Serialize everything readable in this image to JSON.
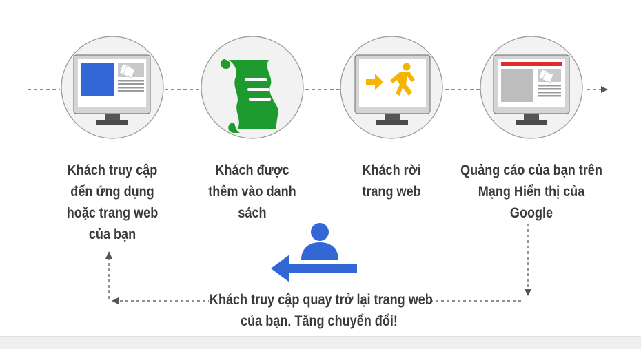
{
  "steps": [
    {
      "id": "visit",
      "icon": "monitor-webpage-icon",
      "label_lines": [
        "Khách truy cập",
        "đến ứng dụng",
        "hoặc trang web",
        "của bạn"
      ]
    },
    {
      "id": "list",
      "icon": "scroll-list-icon",
      "label_lines": [
        "Khách được",
        "thêm vào danh",
        "sách"
      ]
    },
    {
      "id": "leave",
      "icon": "exit-sign-icon",
      "label_lines": [
        "Khách rời",
        "trang web"
      ]
    },
    {
      "id": "ad",
      "icon": "monitor-ad-icon",
      "label_lines": [
        "Quảng cáo của bạn trên",
        "Mạng Hiển thị của",
        "Google"
      ]
    }
  ],
  "return": {
    "icon": "person-icon",
    "arrow_icon": "arrow-left-icon",
    "label_lines": [
      "Khách truy cập quay trở lại trang web",
      "của bạn. Tăng chuyển đổi!"
    ]
  },
  "colors": {
    "circle_fill": "#f2f2f2",
    "circle_stroke": "#9a9a9a",
    "monitor_body": "#d4d4d4",
    "monitor_stand": "#555555",
    "blue": "#3367d6",
    "green": "#1e9b2f",
    "yellow": "#f4b400",
    "red": "#db2f2f",
    "text": "#3a3a3a",
    "connector": "#666666"
  }
}
